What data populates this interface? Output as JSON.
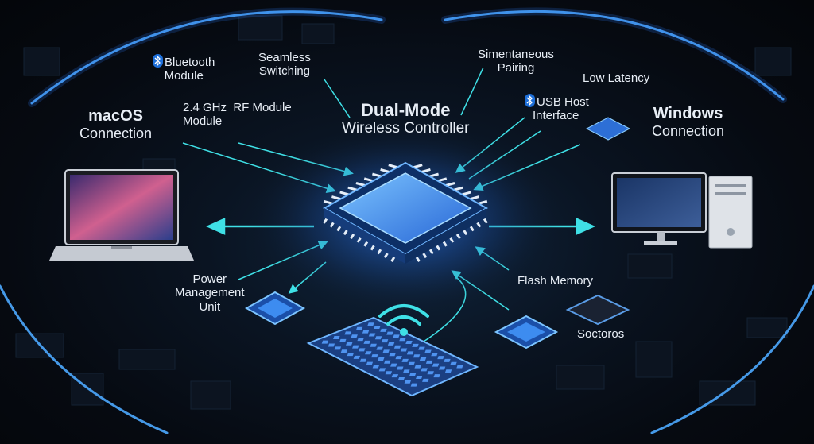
{
  "title": {
    "line1": "Dual-Mode",
    "line2": "Wireless Controller"
  },
  "macos": {
    "line1": "macOS",
    "line2": "Connection"
  },
  "windows": {
    "line1": "Windows",
    "line2": "Connection"
  },
  "components": {
    "bluetooth": {
      "line1": "Bluetooth",
      "line2": "Module",
      "icon": "bluetooth-icon"
    },
    "switching": {
      "line1": "Seamless",
      "line2": "Switching"
    },
    "rf": {
      "line1": "2.4 GHz  RF Module",
      "line2": "Module"
    },
    "pairing": {
      "line1": "Simentaneous",
      "line2": "Pairing"
    },
    "latency": {
      "line1": "Low Latency"
    },
    "usb": {
      "line1": "USB Host",
      "line2": "Interface",
      "icon": "bluetooth-icon"
    },
    "power": {
      "line1": "Power",
      "line2": "Management",
      "line3": "Unit"
    },
    "flash": {
      "line1": "Flash Memory"
    },
    "sectors": {
      "line1": "Soctoros"
    }
  },
  "colors": {
    "accent": "#3fe0e6",
    "chip": "#4da3ff",
    "glow": "#2f7dff",
    "text": "#e8eef6"
  }
}
